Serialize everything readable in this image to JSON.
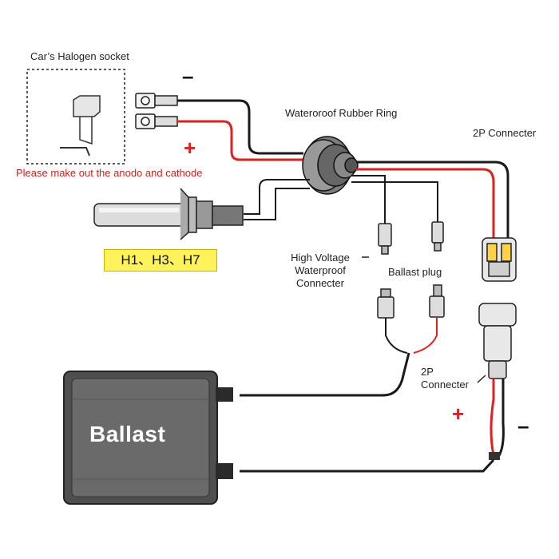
{
  "labels": {
    "halogen_socket": "Car’s Halogen socket",
    "anode_cathode_note": "Please make out the anodo and cathode",
    "rubber_ring": "Wateroroof Rubber Ring",
    "connector_2p_top": "2P Connecter",
    "hv_line1": "High Voltage",
    "hv_line2": "Waterproof",
    "hv_line3": "Connecter",
    "ballast_plug": "Ballast plug",
    "connector_2p_bottom_line1": "2P",
    "connector_2p_bottom_line2": "Connecter",
    "bulb_types": "H1、H3、H7",
    "ballast": "Ballast"
  },
  "signs": {
    "minus_top": "–",
    "plus_top": "+",
    "plus_bottom": "+",
    "minus_bottom": "–"
  },
  "colors": {
    "positive_wire": "#e02020",
    "negative_wire": "#1a1a1a",
    "bulb_type_highlight": "#fff25a",
    "ballast_body": "#5a5a5a"
  }
}
